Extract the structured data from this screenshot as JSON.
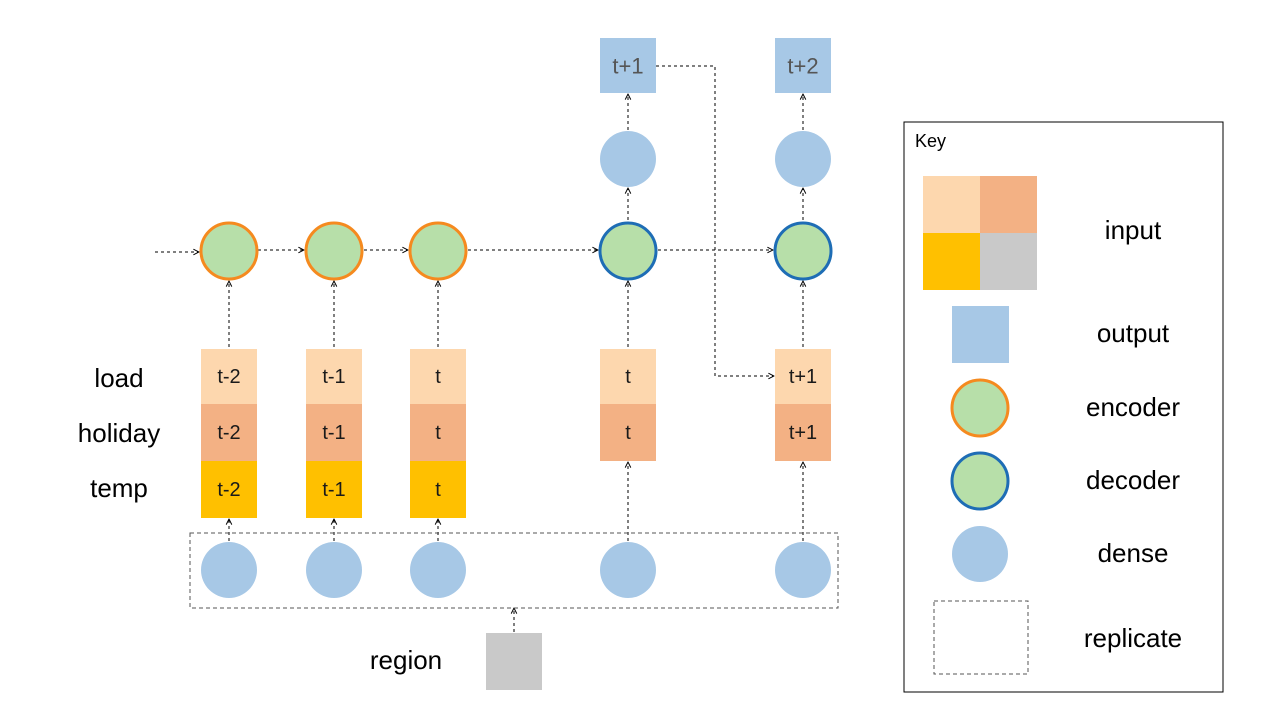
{
  "colors": {
    "load": "#FDD7AE",
    "holiday": "#F3B184",
    "temp": "#FFC000",
    "gray": "#C9C9C9",
    "output": "#A7C8E6",
    "encoder_fill": "#B7DFA9",
    "encoder_stroke": "#F58A1F",
    "decoder_stroke": "#1E6DB5",
    "dense": "#A7C8E6"
  },
  "row_labels": {
    "load": "load",
    "holiday": "holiday",
    "temp": "temp",
    "region": "region"
  },
  "encoder_steps": [
    {
      "load": "t-2",
      "holiday": "t-2",
      "temp": "t-2"
    },
    {
      "load": "t-1",
      "holiday": "t-1",
      "temp": "t-1"
    },
    {
      "load": "t",
      "holiday": "t",
      "temp": "t"
    }
  ],
  "decoder_steps": [
    {
      "load": "t",
      "holiday": "t",
      "output": "t+1"
    },
    {
      "load": "t+1",
      "holiday": "t+1",
      "output": "t+2"
    }
  ],
  "key": {
    "title": "Key",
    "input": "input",
    "output": "output",
    "encoder": "encoder",
    "decoder": "decoder",
    "dense": "dense",
    "replicate": "replicate"
  }
}
